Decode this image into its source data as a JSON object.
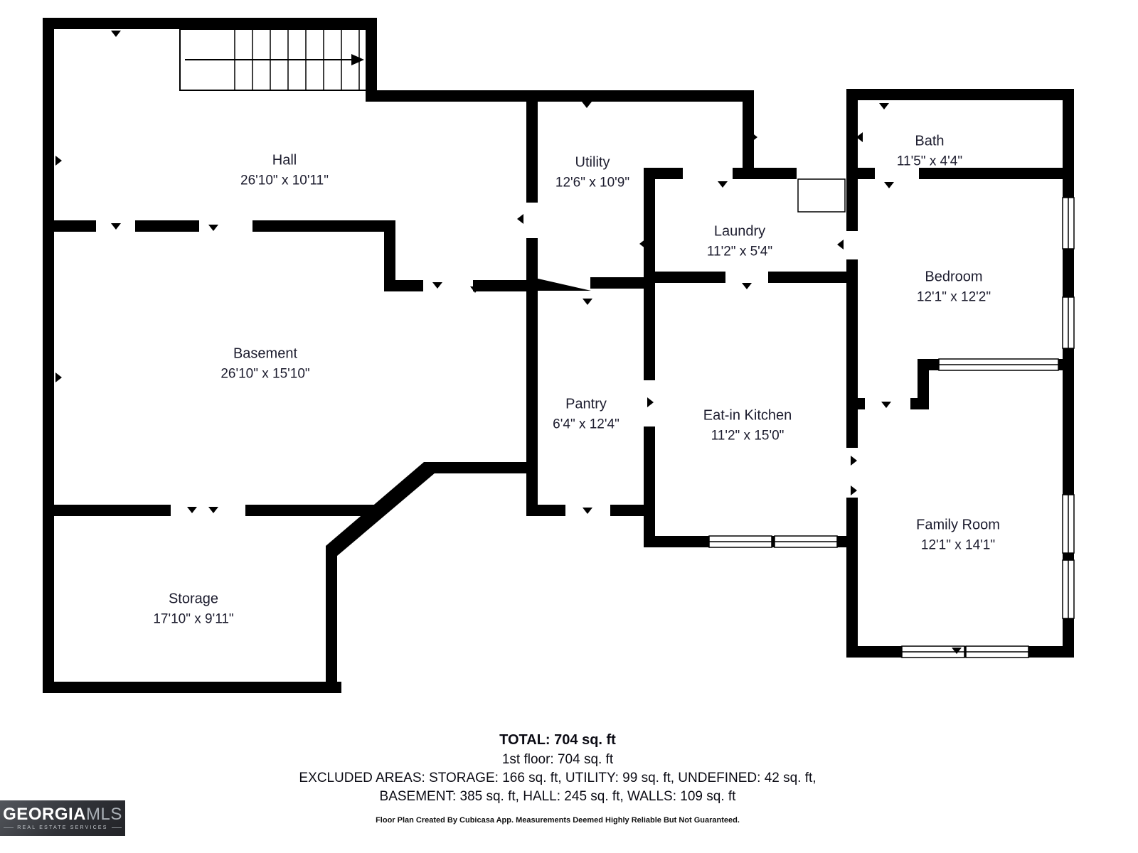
{
  "rooms": [
    {
      "id": "hall",
      "name": "Hall",
      "dims": "26'10\" x 10'11\""
    },
    {
      "id": "utility",
      "name": "Utility",
      "dims": "12'6\" x 10'9\""
    },
    {
      "id": "bath",
      "name": "Bath",
      "dims": "11'5\" x 4'4\""
    },
    {
      "id": "laundry",
      "name": "Laundry",
      "dims": "11'2\" x 5'4\""
    },
    {
      "id": "bedroom",
      "name": "Bedroom",
      "dims": "12'1\" x 12'2\""
    },
    {
      "id": "basement",
      "name": "Basement",
      "dims": "26'10\" x 15'10\""
    },
    {
      "id": "pantry",
      "name": "Pantry",
      "dims": "6'4\" x 12'4\""
    },
    {
      "id": "kitchen",
      "name": "Eat-in Kitchen",
      "dims": "11'2\" x 15'0\""
    },
    {
      "id": "family",
      "name": "Family Room",
      "dims": "12'1\" x 14'1\""
    },
    {
      "id": "storage",
      "name": "Storage",
      "dims": "17'10\" x 9'11\""
    }
  ],
  "summary": {
    "total": "TOTAL: 704 sq. ft",
    "floor": "1st floor: 704 sq. ft",
    "excluded_line1": "EXCLUDED AREAS: STORAGE: 166 sq. ft, UTILITY: 99 sq. ft, UNDEFINED: 42 sq. ft,",
    "excluded_line2": "BASEMENT: 385 sq. ft, HALL: 245 sq. ft, WALLS: 109 sq. ft",
    "disclaimer": "Floor Plan Created By Cubicasa App. Measurements Deemed Highly Reliable But Not Guaranteed."
  },
  "logo": {
    "brand_primary": "GEORGIA",
    "brand_secondary": "MLS",
    "tagline": "REAL ESTATE SERVICES"
  },
  "colors": {
    "wall": "#000000",
    "text": "#1c1c2e",
    "logo_bg": "#33353a"
  }
}
